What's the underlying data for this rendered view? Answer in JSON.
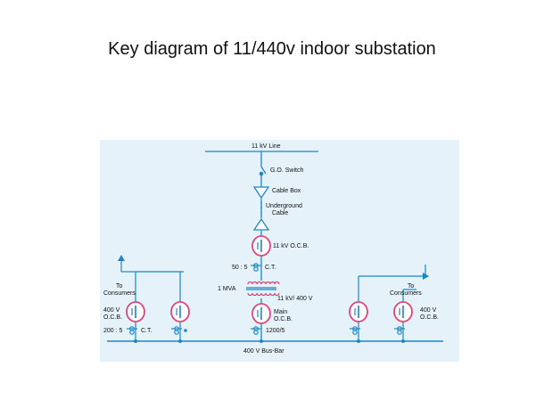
{
  "slide": {
    "title": "Key diagram of 11/440v indoor substation"
  },
  "diagram": {
    "labels": {
      "line": "11 kV Line",
      "go_switch": "G.O. Switch",
      "cable_box": "Cable Box",
      "underground_1": "Underground",
      "underground_2": "Cable",
      "hv_ocb": "11 kV O.C.B.",
      "ct_ratio": "50 : 5",
      "ct": "C.T.",
      "mva": "1 MVA",
      "tf_ratio": "11 kV/ 400 V",
      "to_left": "To",
      "consumers_left": "Consumers",
      "to_right": "To",
      "consumers_right": "Consumers",
      "lv_ocb_left_1": "400 V",
      "lv_ocb_left_2": "O.C.B.",
      "lv_ocb_right_1": "400 V",
      "lv_ocb_right_2": "O.C.B.",
      "main_1": "Main",
      "main_2": "O.C.B.",
      "ct_left_ratio": "200 : 5",
      "ct_left": "C.T.",
      "ct_main_ratio": "1200/5",
      "busbar": "400 V Bus-Bar"
    },
    "colors": {
      "background": "#e6f2fa",
      "line": "#1a86c8",
      "breaker_ring": "#e0457b",
      "coil": "#d1407a",
      "text": "#111111"
    }
  }
}
